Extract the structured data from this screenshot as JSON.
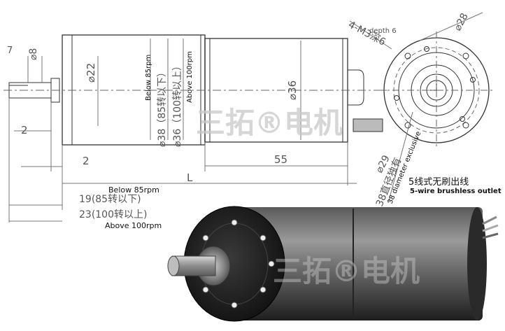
{
  "side_view": {
    "dim_7": "7",
    "dim_d8": "⌀8",
    "dim_2_left": "2",
    "dim_d22": "⌀22",
    "dim_2_lower": "2",
    "dim_55": "55",
    "dim_L": "L",
    "dim_d36_body": "⌀36",
    "label_below_85rpm_v": "Below 85rpm",
    "label_d38_v": "⌀38（85转以下）",
    "label_d36_v": "⌀36（100转以上）",
    "label_above_100rpm_v": "Above 100rpm",
    "label_below_85rpm": "Below 85rpm",
    "label_19": "19(85转以下)",
    "label_23": "23(100转以上)",
    "label_above_100rpm": "Above 100rpm"
  },
  "front_view": {
    "depth": "depth 6",
    "m3": "4-M3深6",
    "d28": "⌀28",
    "d29": "⌀29",
    "d38_exclusive_cn": "38直径独有",
    "d38_exclusive_en": "38 diameter exclusive"
  },
  "outlet": {
    "cn": "5线式无刷出线",
    "en": "5-wire brushless outlet"
  },
  "watermark": {
    "text": "三拓®电机"
  }
}
